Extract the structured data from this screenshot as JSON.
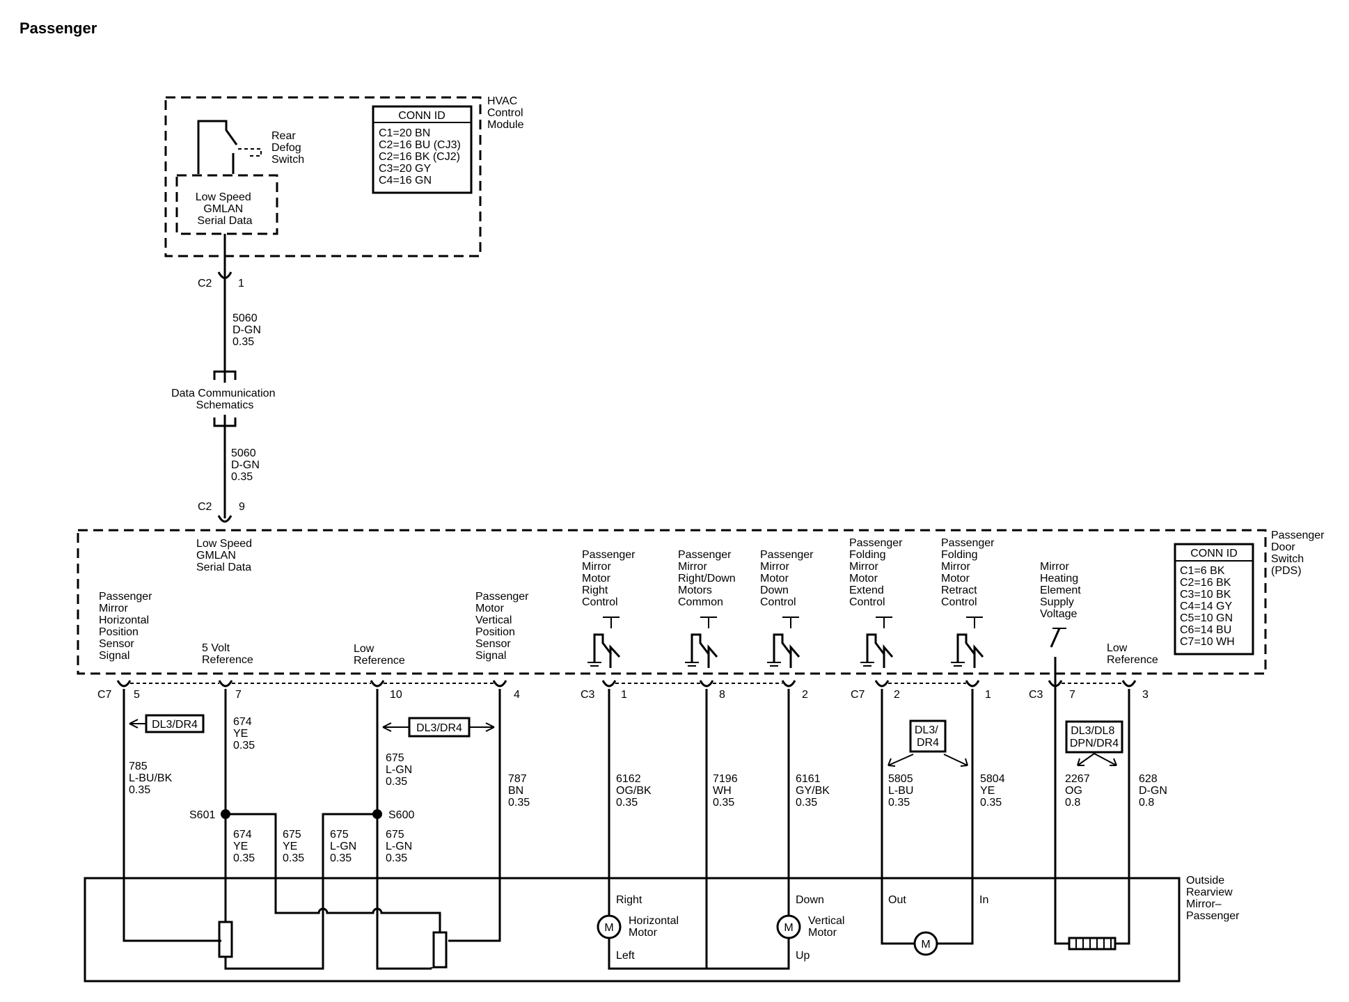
{
  "page_title": "Passenger",
  "hvac": {
    "module_label": [
      "HVAC",
      "Control",
      "Module"
    ],
    "switch_label": [
      "Rear",
      "Defog",
      "Switch"
    ],
    "gmlan_label": [
      "Low Speed",
      "GMLAN",
      "Serial Data"
    ],
    "conn_id": {
      "title": "CONN ID",
      "lines": [
        "C1=20 BN",
        "C2=16 BU (CJ3)",
        "C2=16 BK (CJ2)",
        "C3=20 GY",
        "C4=16 GN"
      ]
    }
  },
  "top_connector": {
    "conn": "C2",
    "pin": "1"
  },
  "top_wire": [
    "5060",
    "D-GN",
    "0.35"
  ],
  "data_comm": [
    "Data Communication",
    "Schematics"
  ],
  "mid_wire": [
    "5060",
    "D-GN",
    "0.35"
  ],
  "pds_connector": {
    "conn": "C2",
    "pin": "9"
  },
  "pds": {
    "label": [
      "Passenger",
      "Door",
      "Switch",
      "(PDS)"
    ],
    "gmlan_label": [
      "Low Speed",
      "GMLAN",
      "Serial Data"
    ],
    "conn_id": {
      "title": "CONN ID",
      "lines": [
        "C1=6 BK",
        "C2=16 BK",
        "C3=10 BK",
        "C4=14 GY",
        "C5=10 GN",
        "C6=14 BU",
        "C7=10 WH"
      ]
    },
    "circuits": {
      "h_sensor": [
        "Passenger",
        "Mirror",
        "Horizontal",
        "Position",
        "Sensor",
        "Signal"
      ],
      "five_volt": [
        "5 Volt",
        "Reference"
      ],
      "low_ref": [
        "Low",
        "Reference"
      ],
      "v_sensor": [
        "Passenger",
        "Motor",
        "Vertical",
        "Position",
        "Sensor",
        "Signal"
      ],
      "right_control": [
        "Passenger",
        "Mirror",
        "Motor",
        "Right",
        "Control"
      ],
      "common": [
        "Passenger",
        "Mirror",
        "Right/Down",
        "Motors",
        "Common"
      ],
      "down_control": [
        "Passenger",
        "Mirror",
        "Motor",
        "Down",
        "Control"
      ],
      "fold_extend": [
        "Passenger",
        "Folding",
        "Mirror",
        "Motor",
        "Extend",
        "Control"
      ],
      "fold_retract": [
        "Passenger",
        "Folding",
        "Mirror",
        "Motor",
        "Retract",
        "Control"
      ],
      "heater_supply": [
        "Mirror",
        "Heating",
        "Element",
        "Supply",
        "Voltage"
      ],
      "heater_low_ref": [
        "Low",
        "Reference"
      ]
    }
  },
  "pins": {
    "c7_a": "C7",
    "p5": "5",
    "p7": "7",
    "p10": "10",
    "p4": "4",
    "c3_a": "C3",
    "p1": "1",
    "p8": "8",
    "p2": "2",
    "c7_b": "C7",
    "p2b": "2",
    "p1b": "1",
    "c3_b": "C3",
    "p7b": "7",
    "p3b": "3"
  },
  "options": {
    "opt1": "DL3/DR4",
    "opt2": "DL3/DR4",
    "opt3": [
      "DL3/",
      "DR4"
    ],
    "opt4": [
      "DL3/DL8",
      "DPN/DR4"
    ]
  },
  "wires": {
    "w785": [
      "785",
      "L-BU/BK",
      "0.35"
    ],
    "w674": [
      "674",
      "YE",
      "0.35"
    ],
    "w675": [
      "675",
      "L-GN",
      "0.35"
    ],
    "w787": [
      "787",
      "BN",
      "0.35"
    ],
    "w6162": [
      "6162",
      "OG/BK",
      "0.35"
    ],
    "w7196": [
      "7196",
      "WH",
      "0.35"
    ],
    "w6161": [
      "6161",
      "GY/BK",
      "0.35"
    ],
    "w5805": [
      "5805",
      "L-BU",
      "0.35"
    ],
    "w5804": [
      "5804",
      "YE",
      "0.35"
    ],
    "w2267": [
      "2267",
      "OG",
      "0.8"
    ],
    "w628": [
      "628",
      "D-GN",
      "0.8"
    ],
    "b674": [
      "674",
      "YE",
      "0.35"
    ],
    "b675a": [
      "675",
      "YE",
      "0.35"
    ],
    "b675b": [
      "675",
      "L-GN",
      "0.35"
    ],
    "b675c": [
      "675",
      "L-GN",
      "0.35"
    ]
  },
  "splices": {
    "s601": "S601",
    "s600": "S600"
  },
  "mirror": {
    "label": [
      "Outside",
      "Rearview",
      "Mirror–",
      "Passenger"
    ],
    "h_motor": [
      "Horizontal",
      "Motor"
    ],
    "v_motor": [
      "Vertical",
      "Motor"
    ],
    "right": "Right",
    "left": "Left",
    "down": "Down",
    "up": "Up",
    "out": "Out",
    "in": "In",
    "motor_symbol": "M"
  }
}
